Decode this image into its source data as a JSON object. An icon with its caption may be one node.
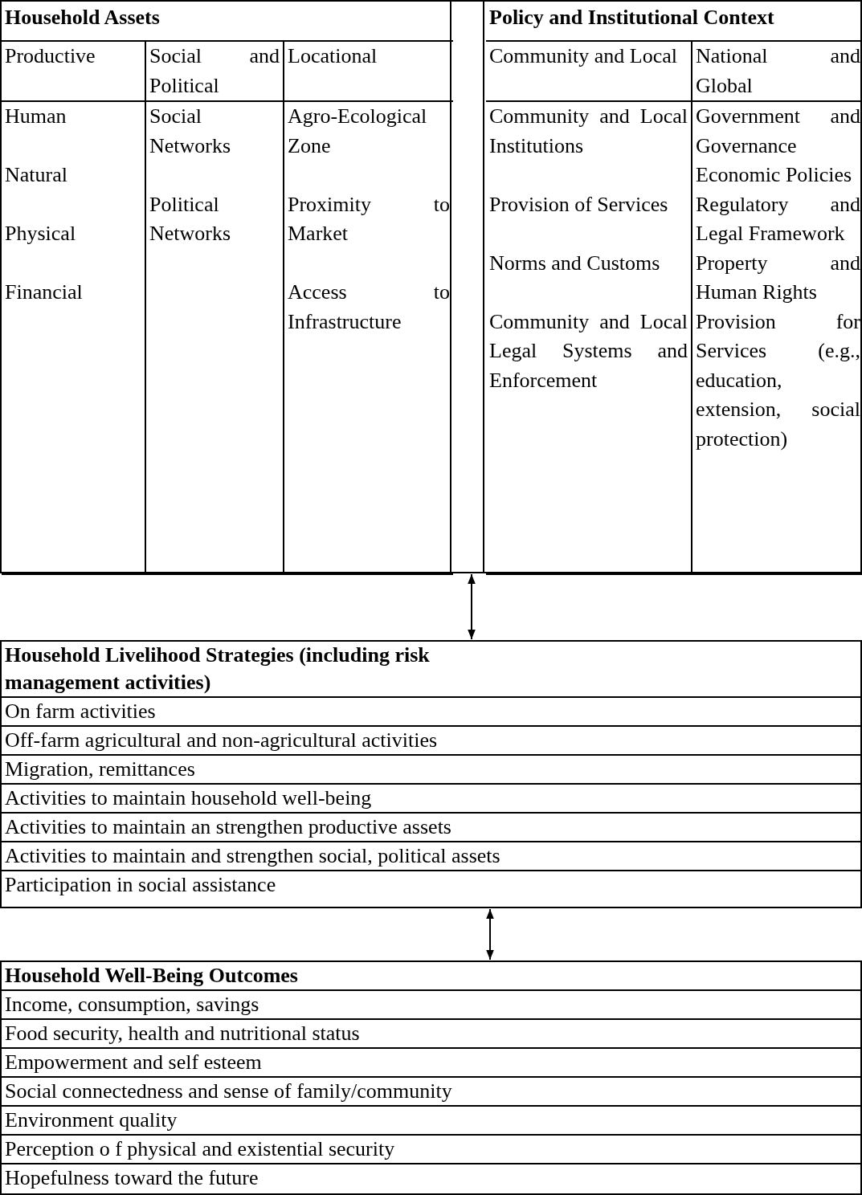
{
  "diagram": {
    "nodes": [
      {
        "text": [],
        "shape": "box"
      },
      {
        "text": [
          "Household Assets"
        ],
        "in": 0
      },
      {
        "text": [
          "Productive",
          "Human",
          "Natural",
          "Physical",
          "Financial"
        ],
        "in": 1
      },
      {
        "text": [
          "Social and Political",
          "Social Networks",
          "Political Networks"
        ],
        "in": 1
      },
      {
        "text": [
          "Locational",
          "Agro-Ecological Zone",
          "Proximity to Market",
          "Access to Infrastructure"
        ],
        "in": 1
      },
      {
        "text": [
          "Policy and Institutional Context"
        ],
        "in": 0
      },
      {
        "text": [
          "Community and Local",
          "Community and Local Institutions",
          "Provision of Services",
          "Norms and Customs",
          "Community and Local Legal Systems and Enforcement"
        ],
        "in": 5
      },
      {
        "text": [
          "National and Global",
          "Government and Governance",
          "Economic Policies",
          "Regulatory and Legal Framework",
          "Property and Human Rights",
          "Provision for Services (e.g., education, extension, social protection)"
        ],
        "in": 5
      },
      {
        "text": [
          "Household Livelihood Strategies (including risk management activities)",
          "On farm activities",
          "Off-farm agricultural and non-agricultural activities",
          "Migration, remittances",
          "Activities to maintain household well-being",
          "Activities to maintain an strengthen productive assets",
          "Activities to maintain and strengthen social, political assets",
          "Participation in social assistance"
        ]
      },
      {
        "text": [
          "Household Well-Being Outcomes",
          "Income, consumption, savings",
          "Food security, health and nutritional status",
          "Empowerment and self esteem",
          "Social connectedness and sense of family/community",
          "Environment quality",
          "Perception o f physical and existential security",
          "Hopefulness toward the future"
        ]
      }
    ],
    "edges": [
      {
        "from": 0,
        "to": 8,
        "arrow": "both"
      },
      {
        "from": 8,
        "to": 9,
        "arrow": "both"
      }
    ]
  }
}
